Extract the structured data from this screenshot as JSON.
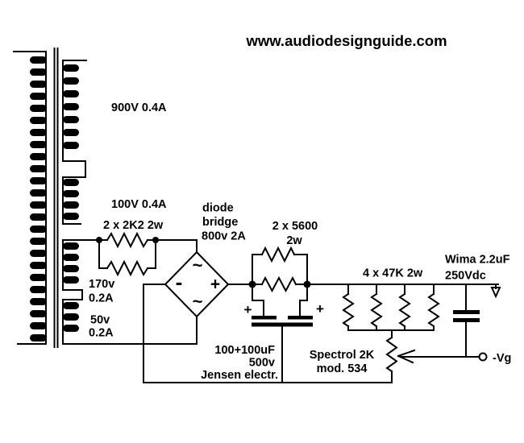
{
  "colors": {
    "ink": "#000000",
    "background": "#ffffff"
  },
  "title": "www.audiodesignguide.com",
  "transformer": {
    "winding_900v": "900V 0.4A",
    "winding_100v": "100V 0.4A",
    "winding_170v_l1": "170v",
    "winding_170v_l2": "0.2A",
    "winding_50v_l1": "50v",
    "winding_50v_l2": "0.2A"
  },
  "parts": {
    "r_input": {
      "label": "2 x 2K2 2w"
    },
    "bridge": {
      "l1": "diode",
      "l2": "bridge",
      "l3": "800v 2A",
      "sym_ac_top": "~",
      "sym_ac_bottom": "~",
      "sym_minus": "-",
      "sym_plus": "+"
    },
    "r_series": {
      "l1": "2 x 5600",
      "l2": "2w"
    },
    "cap_filter": {
      "l1": "100+100uF",
      "l2": "500v",
      "l3": "Jensen electr.",
      "plus_left": "+",
      "plus_right": "+"
    },
    "r_bleeder": {
      "label": "4 x 47K 2w"
    },
    "pot": {
      "l1": "Spectrol 2K",
      "l2": "mod. 534"
    },
    "cap_output": {
      "l1": "Wima 2.2uF",
      "l2": "250Vdc"
    },
    "output": {
      "label": "-Vg"
    }
  }
}
